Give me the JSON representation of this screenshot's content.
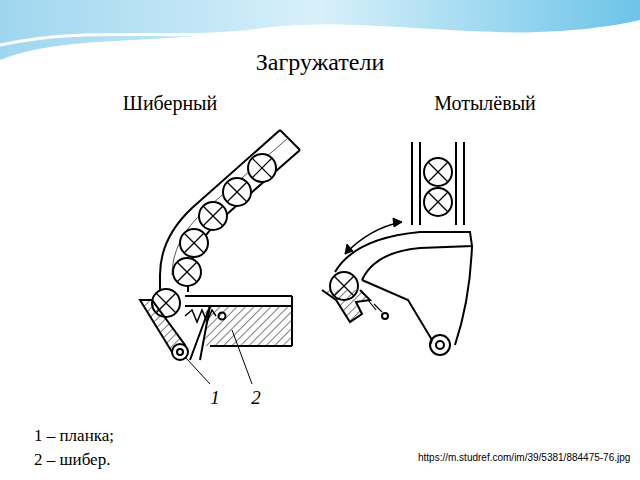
{
  "diagram": {
    "title": "Загружатели",
    "labels": [
      "Шиберный",
      "Мотылёвый",
      "1",
      "2",
      "1 – планка;",
      "2 – шибер.",
      "https://m.studref.com/im/39/5381/884475-76.jpg"
    ]
  }
}
